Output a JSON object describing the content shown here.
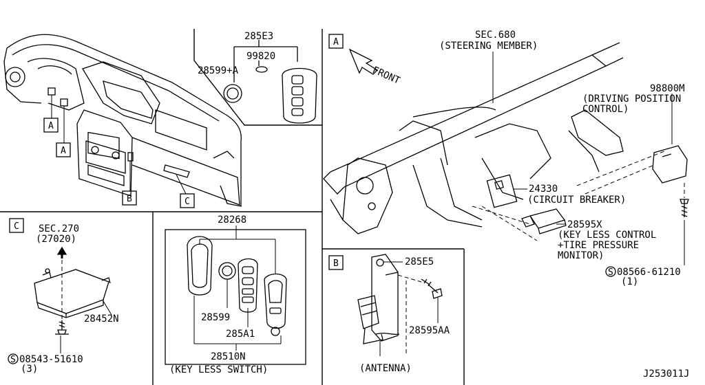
{
  "diagram_id": "J253011J",
  "section_top_left": {
    "part_285E3": "285E3",
    "part_99820": "99820",
    "part_28599A": "28599+A",
    "callouts": [
      "A",
      "A",
      "B",
      "C"
    ]
  },
  "section_A": {
    "box_letter": "A",
    "front": "FRONT",
    "sec_680": "SEC.680",
    "steering_member": "(STEERING MEMBER)",
    "part_98800M": "98800M",
    "driving_position_1": "(DRIVING POSITION",
    "driving_position_2": "CONTROL)",
    "part_24330": "24330",
    "circuit_breaker": "(CIRCUIT BREAKER)",
    "part_28595X": "28595X",
    "keyless_1": "(KEY LESS CONTROL",
    "keyless_2": "+TIRE PRESSURE",
    "keyless_3": "MONITOR)",
    "screw": "08566-61210",
    "screw_qty": "(1)",
    "screw_symbol": "S"
  },
  "section_B": {
    "box_letter": "B",
    "part_285E5": "285E5",
    "part_28595AA": "28595AA",
    "antenna": "(ANTENNA)"
  },
  "section_C": {
    "box_letter": "C",
    "sec_270": "SEC.270",
    "sec_270_sub": "(27020)",
    "part_28452N": "28452N",
    "screw": "08543-51610",
    "screw_qty": "(3)",
    "screw_symbol": "S"
  },
  "section_key": {
    "part_28268": "28268",
    "part_28599": "28599",
    "part_285A1": "285A1",
    "part_28510N": "28510N",
    "keyless_switch": "(KEY LESS SWITCH)"
  }
}
